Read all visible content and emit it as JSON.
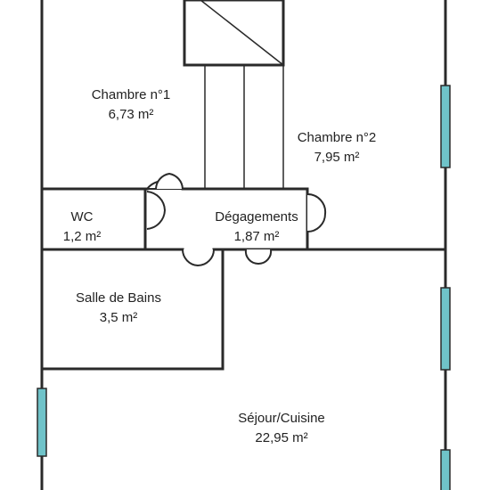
{
  "colors": {
    "wall": "#2a2a2a",
    "window": "#6fc3c9"
  },
  "rooms": {
    "chambre1": {
      "name": "Chambre n°1",
      "area": "6,73  m²"
    },
    "chambre2": {
      "name": "Chambre n°2",
      "area": "7,95  m²"
    },
    "wc": {
      "name": "WC",
      "area": "1,2  m²"
    },
    "degagements": {
      "name": "Dégagements",
      "area": "1,87  m²"
    },
    "salle_de_bains": {
      "name": "Salle de Bains",
      "area": "3,5  m²"
    },
    "sejour_cuisine": {
      "name": "Séjour/Cuisine",
      "area": "22,95  m²"
    }
  }
}
